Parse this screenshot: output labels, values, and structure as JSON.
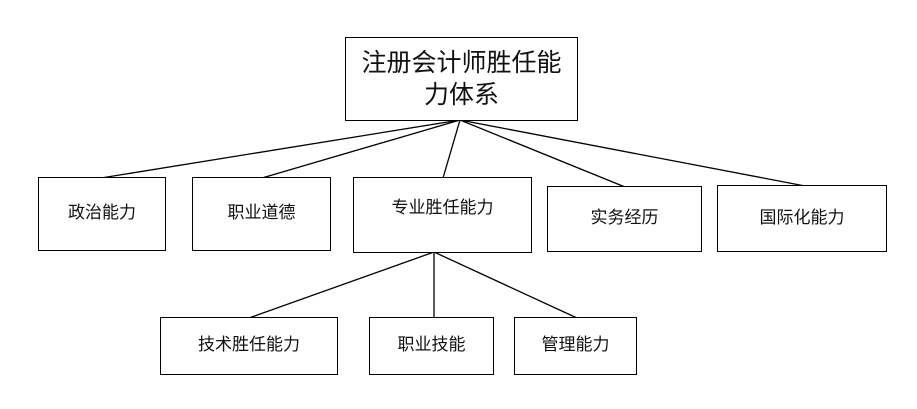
{
  "diagram": {
    "root": {
      "line1": "注册会计师胜任能",
      "line2": "力体系"
    },
    "level1": {
      "political": "政治能力",
      "ethics": "职业道德",
      "professional": "专业胜任能力",
      "practice": "实务经历",
      "international": "国际化能力"
    },
    "level2": {
      "technical": "技术胜任能力",
      "skills": "职业技能",
      "management": "管理能力"
    }
  }
}
